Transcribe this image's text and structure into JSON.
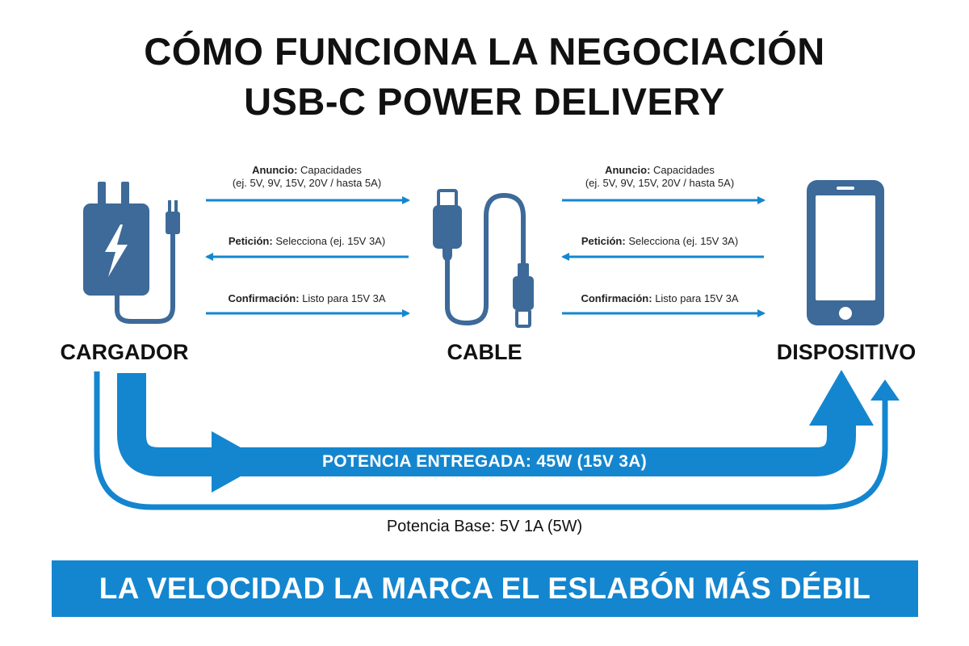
{
  "title": {
    "line1": "CÓMO FUNCIONA LA NEGOCIACIÓN",
    "line2": "USB-C POWER DELIVERY"
  },
  "nodes": {
    "charger": "CARGADOR",
    "cable": "CABLE",
    "device": "DISPOSITIVO"
  },
  "messages": {
    "left": {
      "announce": {
        "key": "Anuncio:",
        "text": " Capacidades",
        "line2": "(ej. 5V, 9V, 15V, 20V / hasta 5A)"
      },
      "request": {
        "key": "Petición:",
        "text": " Selecciona (ej. 15V 3A)"
      },
      "confirm": {
        "key": "Confirmación:",
        "text": " Listo para 15V 3A"
      }
    },
    "right": {
      "announce": {
        "key": "Anuncio:",
        "text": " Capacidades",
        "line2": "(ej. 5V, 9V, 15V, 20V / hasta 5A)"
      },
      "request": {
        "key": "Petición:",
        "text": " Selecciona (ej. 15V 3A)"
      },
      "confirm": {
        "key": "Confirmación:",
        "text": " Listo para 15V 3A"
      }
    }
  },
  "power": {
    "delivered": "POTENCIA ENTREGADA: 45W (15V 3A)",
    "base": "Potencia Base: 5V 1A (5W)"
  },
  "banner": "LA VELOCIDAD LA MARCA EL ESLABÓN MÁS DÉBIL",
  "colors": {
    "accent": "#1486cf",
    "icon": "#3d6a98",
    "text": "#111111"
  },
  "icons": [
    "charger-icon",
    "lightning-bolt-icon",
    "plug-icon",
    "usb-cable-icon",
    "smartphone-icon"
  ]
}
